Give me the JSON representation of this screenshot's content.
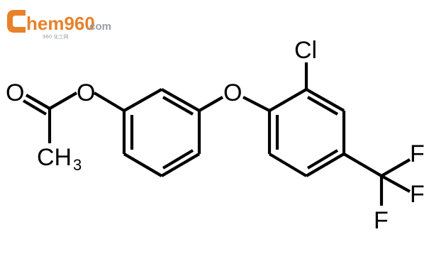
{
  "logo": {
    "brand_text": "hem960",
    "suffix_text": ".com",
    "tagline": "960 化工网",
    "brand_color": "#e8812a",
    "secondary_color": "#9aa0a6"
  },
  "molecule": {
    "atoms": {
      "o_carbonyl": "O",
      "o_ester": "O",
      "o_ether": "O",
      "cl": "Cl",
      "ch3_main": "CH",
      "ch3_sub": "3",
      "f1": "F",
      "f2": "F",
      "f3": "F"
    }
  }
}
